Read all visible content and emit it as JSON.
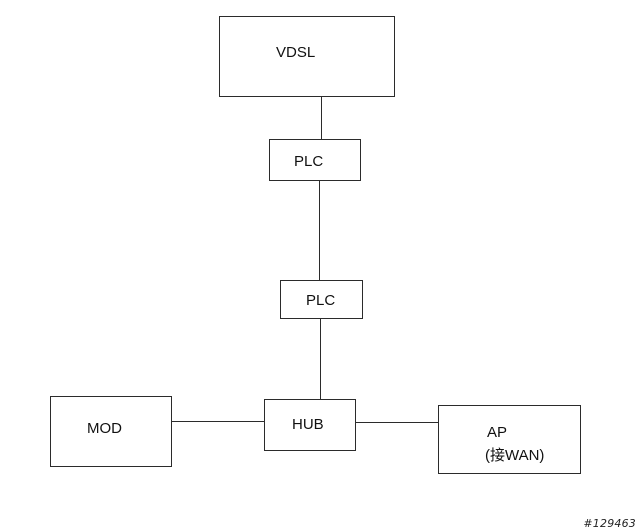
{
  "nodes": {
    "vdsl": {
      "label": "VDSL"
    },
    "plc_top": {
      "label": "PLC"
    },
    "plc_bottom": {
      "label": "PLC"
    },
    "hub": {
      "label": "HUB"
    },
    "mod": {
      "label": "MOD"
    },
    "ap": {
      "line1": "AP",
      "line2": "(接WAN)"
    }
  },
  "watermark": "#129463"
}
